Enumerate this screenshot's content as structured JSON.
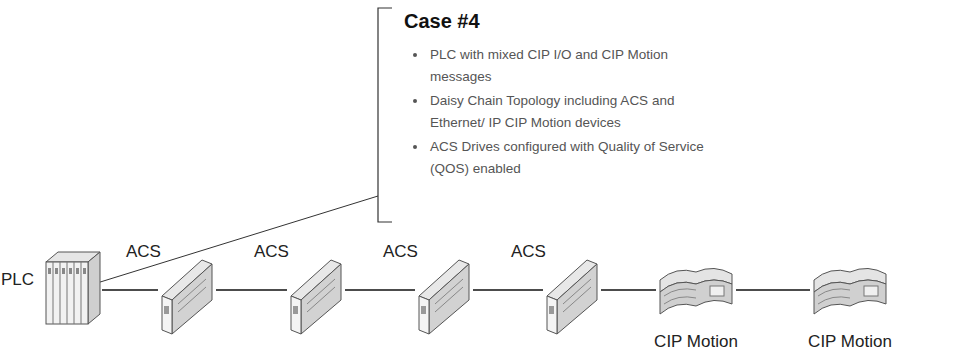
{
  "diagram": {
    "nodes": [
      {
        "text": [
          "PLC"
        ]
      },
      {
        "text": [
          "ACS"
        ]
      },
      {
        "text": [
          "ACS"
        ]
      },
      {
        "text": [
          "ACS"
        ]
      },
      {
        "text": [
          "ACS"
        ]
      },
      {
        "text": [
          "CIP Motion"
        ]
      },
      {
        "text": [
          "CIP Motion"
        ]
      }
    ],
    "edges": [
      {
        "from": 0,
        "to": 1,
        "arrow": "none"
      },
      {
        "from": 1,
        "to": 2,
        "arrow": "none"
      },
      {
        "from": 2,
        "to": 3,
        "arrow": "none"
      },
      {
        "from": 3,
        "to": 4,
        "arrow": "none"
      },
      {
        "from": 4,
        "to": 5,
        "arrow": "none"
      },
      {
        "from": 5,
        "to": 6,
        "arrow": "none"
      }
    ],
    "labels": [
      "Case #4",
      "PLC with mixed CIP I/O and CIP Motion messages",
      "Daisy Chain Topology including ACS and Ethernet/ IP CIP Motion devices",
      "ACS Drives configured with Quality of Service (QOS) enabled"
    ]
  }
}
